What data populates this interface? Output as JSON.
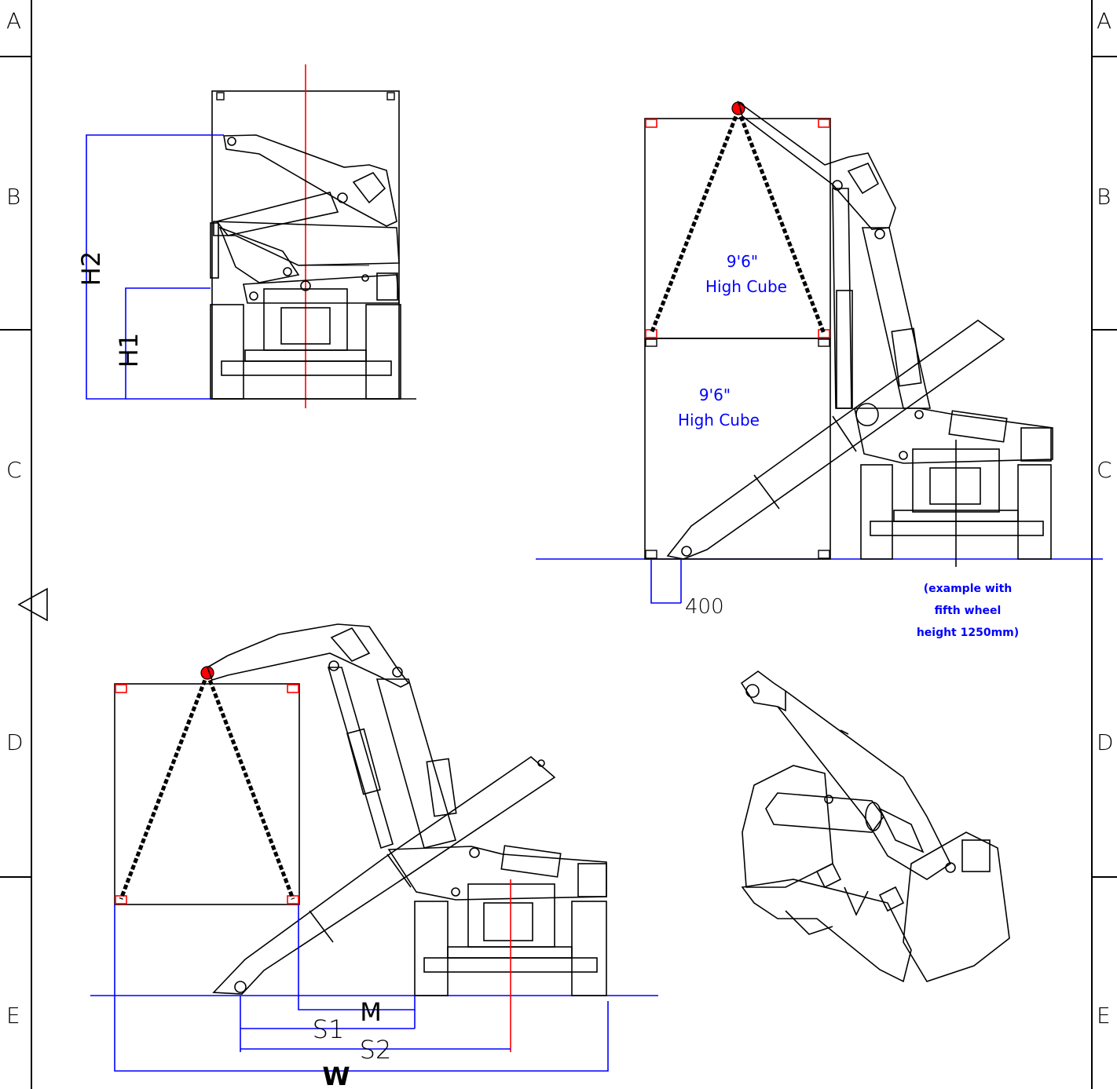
{
  "border": {
    "zones_left": [
      "A",
      "B",
      "C",
      "D",
      "E"
    ],
    "zones_right": [
      "A",
      "B",
      "C",
      "D",
      "E"
    ]
  },
  "view_top_left": {
    "dim_h2": "H2",
    "dim_h1": "H1"
  },
  "view_top_right": {
    "container_upper_size": "9'6\"",
    "container_upper_type": "High Cube",
    "container_lower_size": "9'6\"",
    "container_lower_type": "High Cube",
    "dim_offset": "400",
    "note_line1": "(example with",
    "note_line2": "fifth wheel",
    "note_line3": "height 1250mm)"
  },
  "view_bottom_left": {
    "dim_m": "M",
    "dim_s1": "S1",
    "dim_s2": "S2",
    "dim_w": "W"
  },
  "colors": {
    "dimension": "#0000ff",
    "centerline": "#ff0000",
    "outline": "#000000",
    "corner_casting": "#ff0000"
  }
}
